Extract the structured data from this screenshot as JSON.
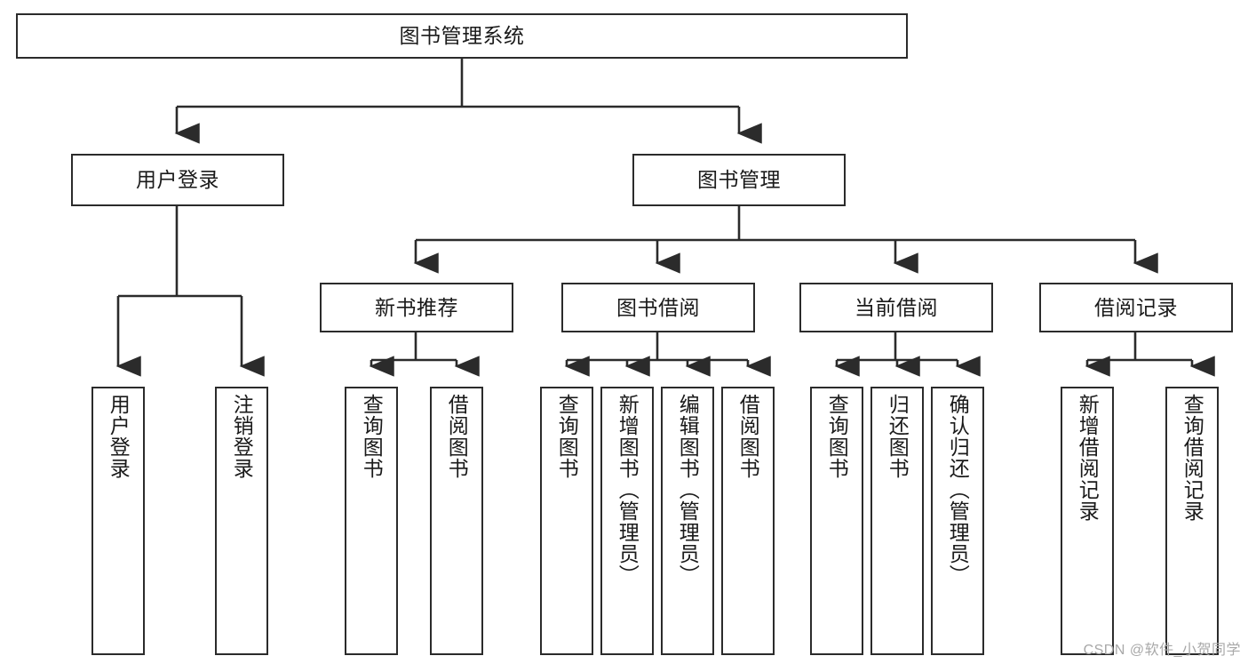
{
  "diagram": {
    "title": "图书管理系统",
    "type": "tree",
    "watermark": "CSDN @软件_小贺同学",
    "colors": {
      "stroke": "#2b2b2b",
      "fill": "#ffffff",
      "text": "#1a1a1a",
      "watermark": "#a8a8a8"
    },
    "nodes": {
      "root": {
        "label": "图书管理系统"
      },
      "level2": [
        {
          "label": "用户登录"
        },
        {
          "label": "图书管理"
        }
      ],
      "level3": [
        {
          "label": "新书推荐"
        },
        {
          "label": "图书借阅"
        },
        {
          "label": "当前借阅"
        },
        {
          "label": "借阅记录"
        }
      ],
      "leaves": {
        "user_login": [
          {
            "label": "用户登录"
          },
          {
            "label": "注销登录"
          }
        ],
        "new_book": [
          {
            "label": "查询图书"
          },
          {
            "label": "借阅图书"
          }
        ],
        "book_borrow": [
          {
            "label": "查询图书"
          },
          {
            "label": "新增图书（管理员）"
          },
          {
            "label": "编辑图书（管理员）"
          },
          {
            "label": "借阅图书"
          }
        ],
        "current_borrow": [
          {
            "label": "查询图书"
          },
          {
            "label": "归还图书"
          },
          {
            "label": "确认归还（管理员）"
          }
        ],
        "borrow_record": [
          {
            "label": "新增借阅记录"
          },
          {
            "label": "查询借阅记录"
          }
        ]
      }
    }
  }
}
